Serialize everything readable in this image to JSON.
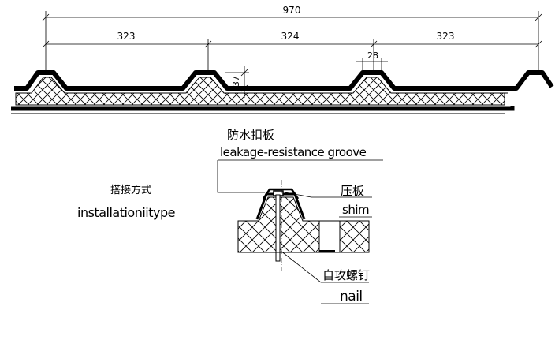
{
  "dimensions": {
    "overall": "970",
    "left_span": "323",
    "middle_span": "324",
    "right_span": "323",
    "rib_top_width": "28",
    "rib_height": "37"
  },
  "labels": {
    "groove_cn": "防水扣板",
    "groove_en": "leakage-resistance groove",
    "install_cn": "搭接方式",
    "install_en": "installationiitype",
    "shim_cn": "压板",
    "shim_en": "shim",
    "nail_cn": "自攻螺钉",
    "nail_en": "nail"
  }
}
